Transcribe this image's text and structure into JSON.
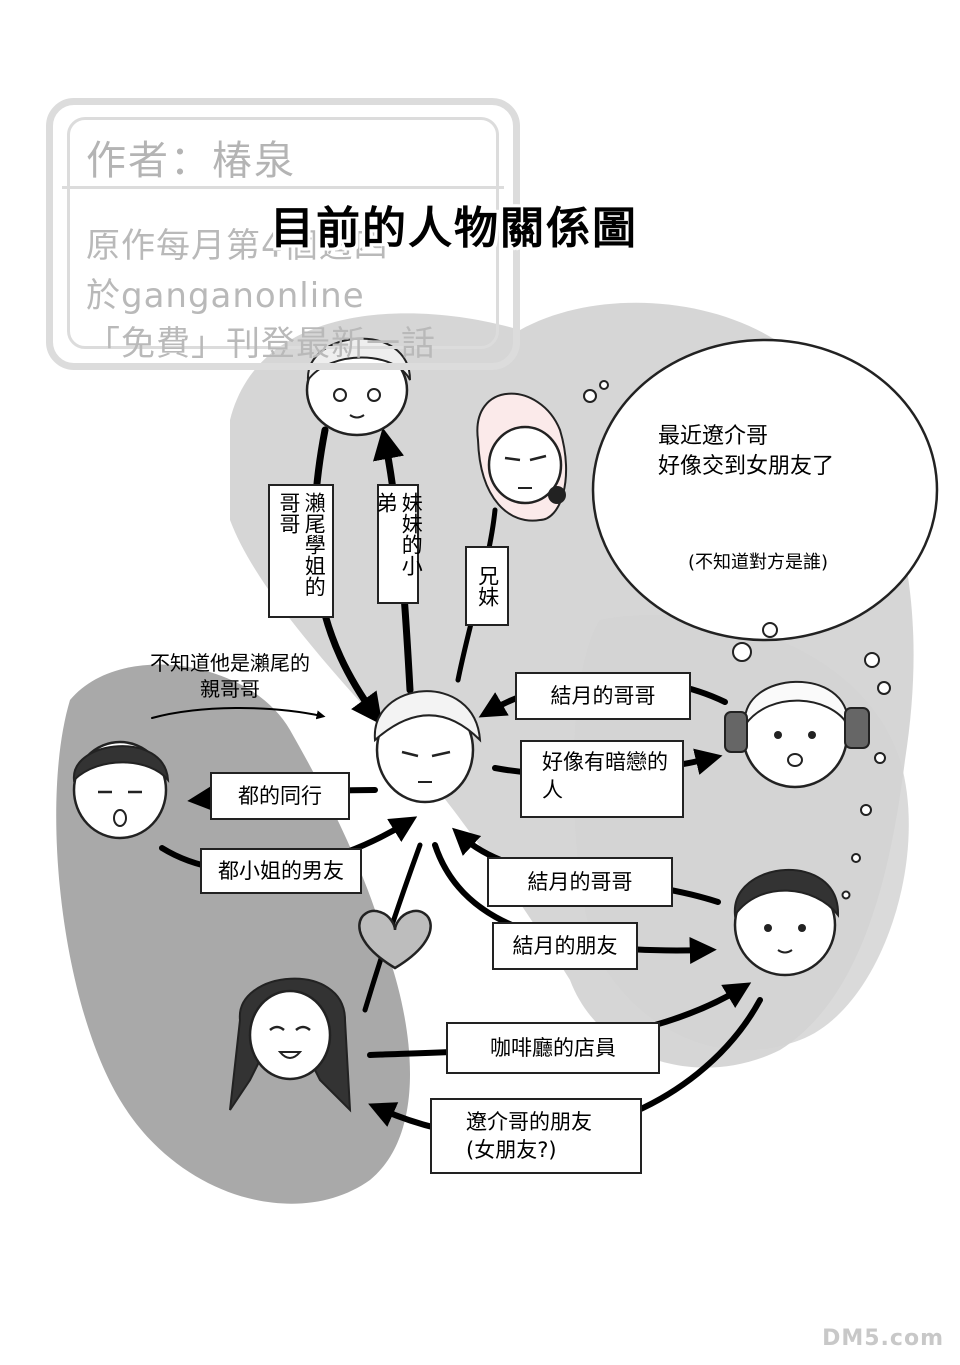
{
  "watermark": {
    "author": "作者：椿泉",
    "line1": "原作每月第4個週四",
    "line2": "於ganganonline",
    "line3": "「免費」刊登最新一話"
  },
  "title": "目前的人物關係圖",
  "labels": {
    "sister_brother": "瀨尾學姐的哥哥",
    "sisters_junior": "妹妹的小弟",
    "siblings": "兄妹",
    "doesnt_know": "不知道他是瀨尾的親哥哥",
    "yuzuki_brother_1": "結月的哥哥",
    "seems_crush": "好像有暗戀的人",
    "miyako_colleague": "都的同行",
    "miyako_boyfriend": "都小姐的男友",
    "yuzuki_brother_2": "結月的哥哥",
    "yuzuki_friend": "結月的朋友",
    "cafe_staff": "咖啡廳的店員",
    "ryosuke_friend": "遼介哥的朋友\n(女朋友?)"
  },
  "bubble": {
    "line1": "最近遼介哥",
    "line2": "好像交到女朋友了",
    "note": "(不知道對方是誰)"
  },
  "logo": "DM5.com",
  "colors": {
    "gray_region": "#c9c9c9",
    "dark_region": "#a8a8a8",
    "watermark": "#dcdcdc"
  }
}
